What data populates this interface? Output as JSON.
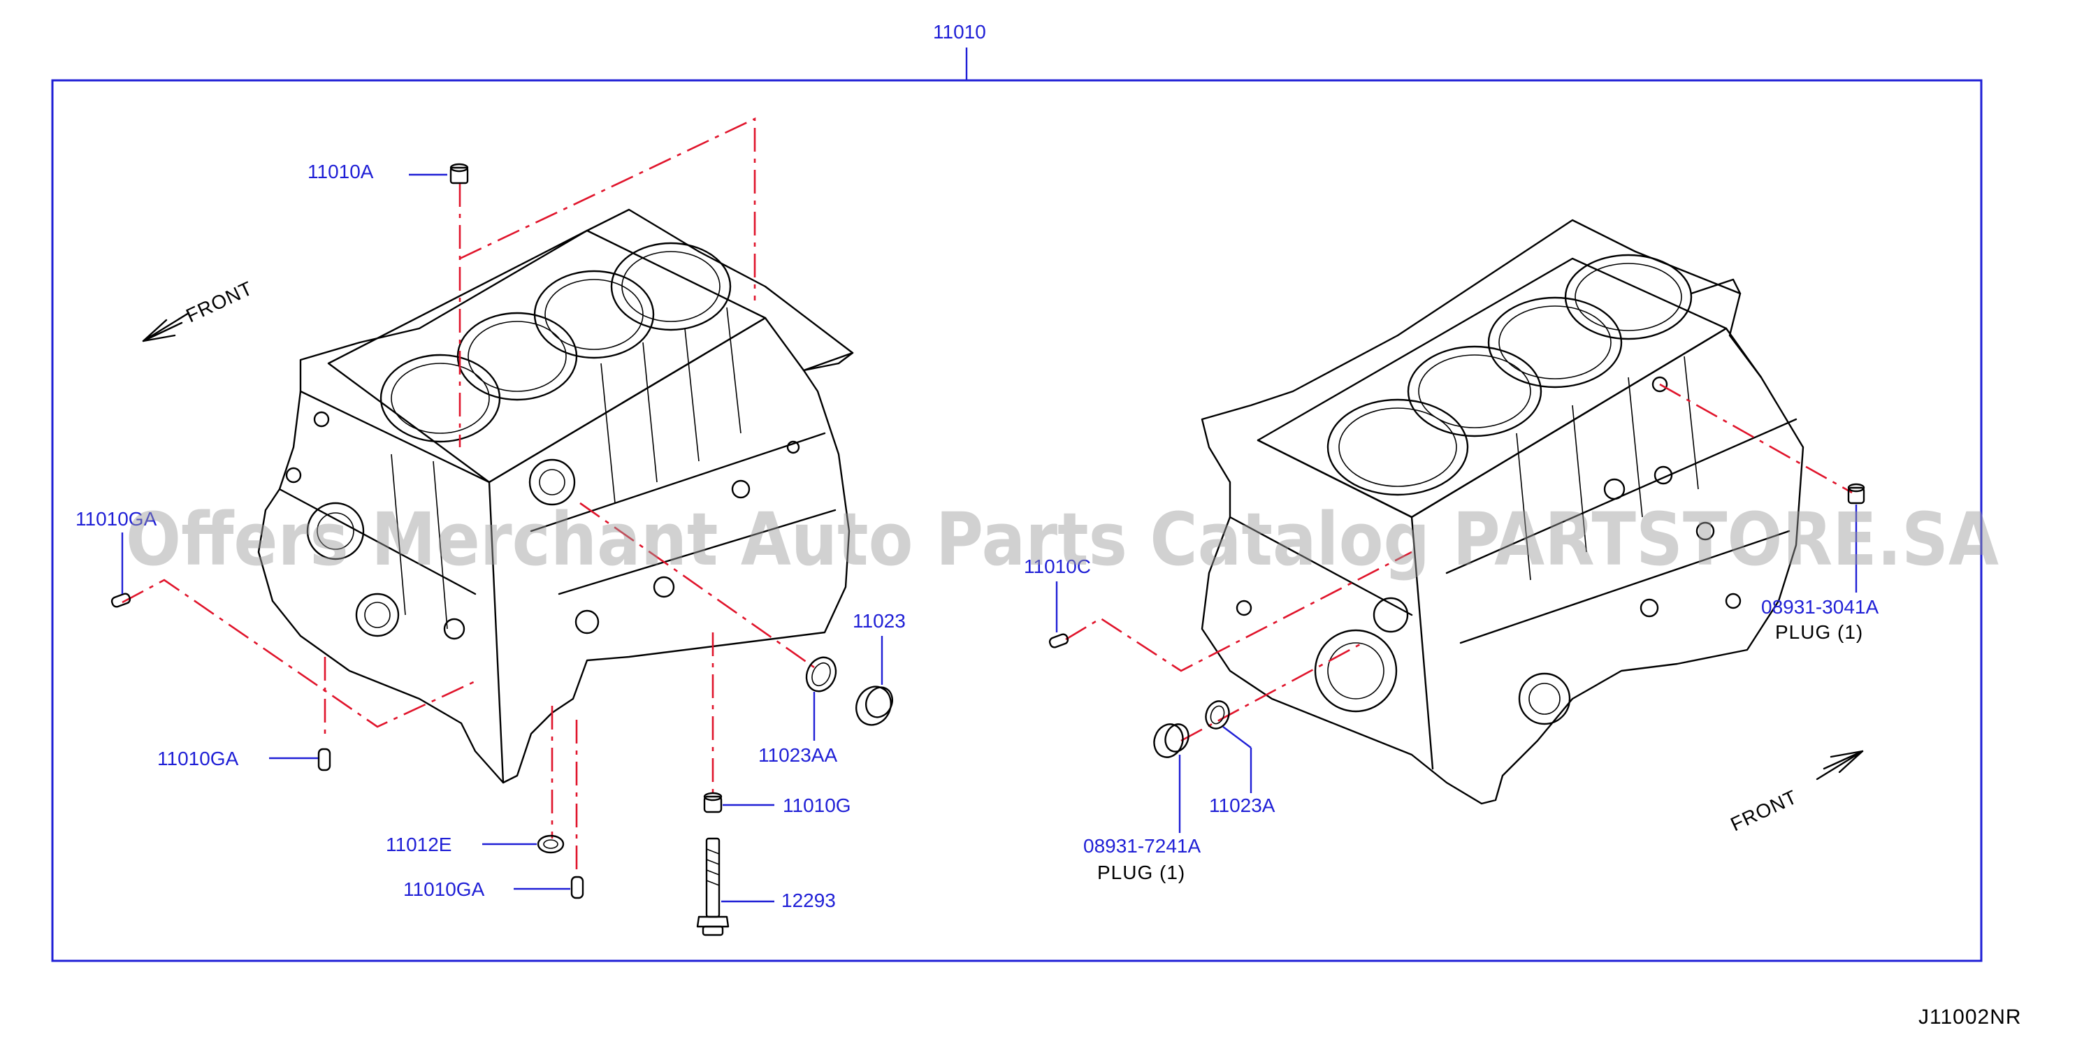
{
  "diagram": {
    "top_part_number": "11010",
    "drawing_code": "J11002NR",
    "watermark": "Offers Merchant Auto Parts Catalog PARTSTORE.SA",
    "front_label_left": "FRONT",
    "front_label_right": "FRONT",
    "callouts": {
      "c11010A": "11010A",
      "c11010GA_left": "11010GA",
      "c11010GA_bottom": "11010GA",
      "c11010GA_lower": "11010GA",
      "c11010C": "11010C",
      "c11012E": "11012E",
      "c11010G": "11010G",
      "c12293": "12293",
      "c11023": "11023",
      "c11023AA": "11023AA",
      "c11023A": "11023A",
      "c08931_7241A": "08931-7241A",
      "c08931_3041A": "08931-3041A"
    },
    "plug_label_1": "PLUG  (1)",
    "plug_label_2": "PLUG  (1)"
  },
  "colors": {
    "label": "#1f1fd6",
    "dash_line": "#e0142b",
    "linework": "#000000",
    "frame": "#1f1fd6"
  }
}
